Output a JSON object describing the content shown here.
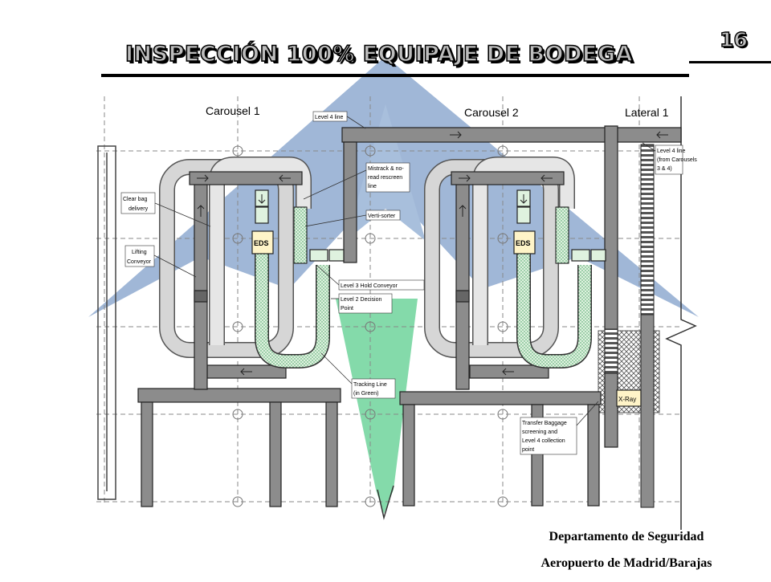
{
  "slide": {
    "title": "INSPECCIÓN 100% EQUIPAJE DE BODEGA",
    "page_number": "16",
    "footer_line1": "Departamento de Seguridad",
    "footer_line2": "Aeropuerto de Madrid/Barajas"
  },
  "diagram": {
    "section_labels": {
      "carousel1": "Carousel 1",
      "carousel2": "Carousel 2",
      "lateral1": "Lateral 1"
    },
    "eds_label": "EDS",
    "xray_label": "X-Ray",
    "callouts": {
      "level4_line": "Level 4 line",
      "level4_from_1": "Level 4 line",
      "level4_from_2": "(from Carousels",
      "level4_from_3": "3 & 4)",
      "mistrack_1": "Mistrack & no-",
      "mistrack_2": "read rescreen",
      "mistrack_3": "line",
      "vertisorter": "Verti-sorter",
      "clearbag_1": "Clear bag",
      "clearbag_2": "delivery",
      "lifting_1": "Lifting",
      "lifting_2": "Conveyor",
      "level3_hold": "Level 3 Hold Conveyor",
      "level2_dec_1": "Level 2 Decision",
      "level2_dec_2": "Point",
      "tracking_1": "Tracking Line",
      "tracking_2": "(in Green)",
      "transfer_1": "Transfer Baggage",
      "transfer_2": "screening and",
      "transfer_3": "Level 4 collection",
      "transfer_4": "point"
    },
    "colors": {
      "logo_blue": "#8faad0",
      "tracking_green": "#6fd39b",
      "conveyor_gray": "#8c8c8c",
      "light_loop": "#d6d6d6",
      "dotted_green": "#d8f0d8",
      "eds_fill": "#fff4c8"
    }
  }
}
